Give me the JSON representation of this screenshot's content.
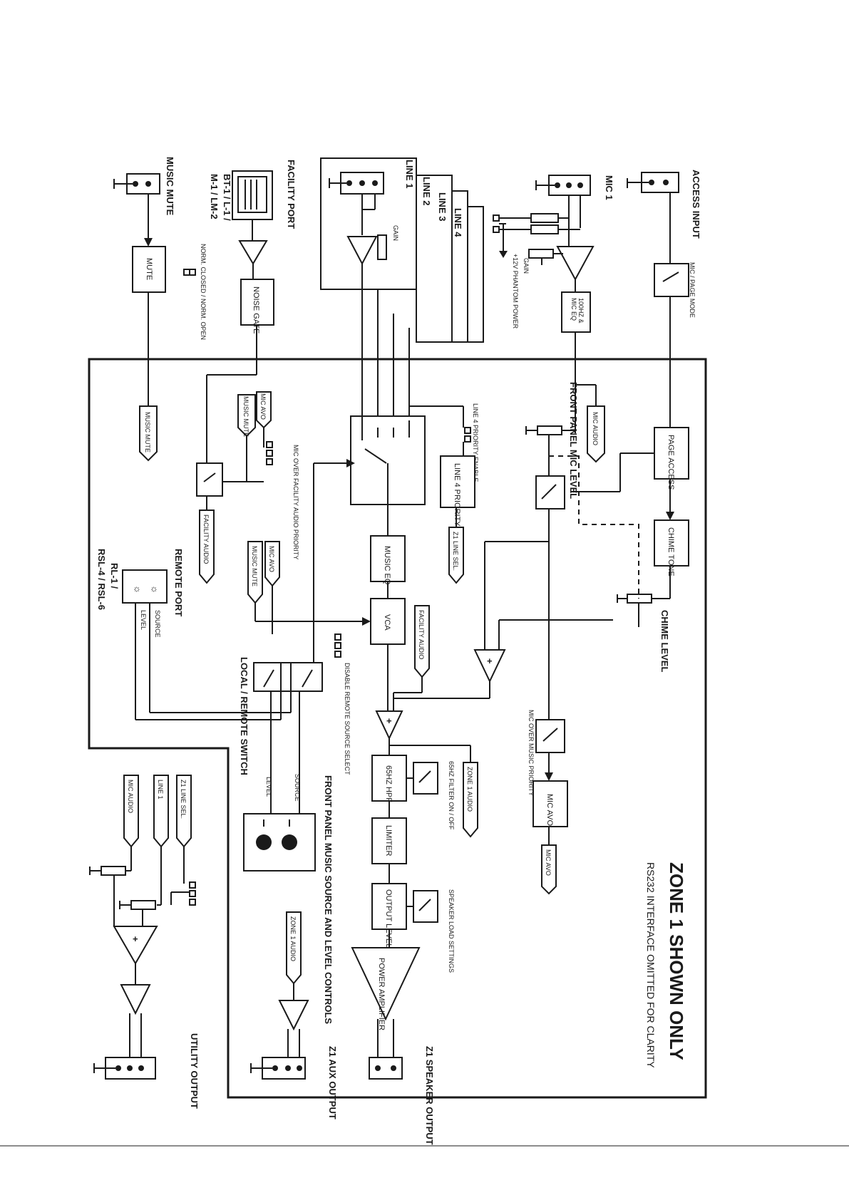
{
  "title": "ZONE 1 SHOWN ONLY",
  "subtitle": "RS232 INTERFACE OMITTED FOR CLARITY",
  "inputs": {
    "access_input": "ACCESS INPUT",
    "mic1": "MIC 1",
    "line1": "LINE 1",
    "line2": "LINE 2",
    "line3": "LINE 3",
    "line4": "LINE 4",
    "facility_port": "FACILITY PORT",
    "bt_models": "BT-1 / L-1 /",
    "m_models": "M-1 / LM-2",
    "music_mute": "MUSIC MUTE"
  },
  "blocks": {
    "mic_page_mode": "MIC / PAGE MODE",
    "mic_eq_1": "100HZ &",
    "mic_eq_2": "MIC EQ",
    "phantom": "+12V PHANTOM POWER",
    "gain": "GAIN",
    "noise_gate": "NOISE GATE",
    "mute": "MUTE",
    "norm_closed_open": "NORM. CLOSED / NORM. OPEN",
    "page_access": "PAGE ACCESS",
    "chime_tone": "CHIME TONE",
    "chime_level": "CHIME LEVEL",
    "front_panel_mic_level": "FRONT PANEL MIC LEVEL",
    "line4_priority_enable": "LINE 4 PRIORITY ENABLE",
    "line4_priority": "LINE 4 PRIORITY",
    "music_eq": "MUSIC EQ",
    "vca": "VCA",
    "mic_over_facility": "MIC OVER FACILITY AUDIO PRIORITY",
    "mic_over_music": "MIC OVER MUSIC PRIORITY",
    "mic_avo_block": "MIC AVO",
    "hpf": "65HZ HPF",
    "hpf_filter": "65HZ FILTER ON / OFF",
    "limiter": "LIMITER",
    "output_level": "OUTPUT LEVEL",
    "speaker_load": "SPEAKER LOAD SETTINGS",
    "power_amp": "POWER AMPLIFIER",
    "disable_remote": "DISABLE REMOTE SOURCE SELECT",
    "local_remote": "LOCAL / REMOTE SWITCH",
    "remote_port": "REMOTE PORT",
    "rl_models": "RL-1 /",
    "rsl_models": "RSL-4 / RSL-6",
    "source": "SOURCE",
    "level": "LEVEL",
    "front_panel_controls": "FRONT PANEL MUSIC SOURCE AND LEVEL CONTROLS"
  },
  "tags": {
    "mic_audio": "MIC AUDIO",
    "music_mute": "MUSIC MUTE",
    "mic_avo": "MIC AVO",
    "facility_audio": "FACILITY AUDIO",
    "z1_line_sel": "Z1 LINE SEL.",
    "zone1_audio": "ZONE 1 AUDIO",
    "line1": "LINE 1"
  },
  "outputs": {
    "z1_speaker": "Z1 SPEAKER OUTPUT",
    "z1_aux": "Z1 AUX OUTPUT",
    "utility": "UTILITY OUTPUT"
  },
  "symbols": {
    "plus": "+"
  }
}
